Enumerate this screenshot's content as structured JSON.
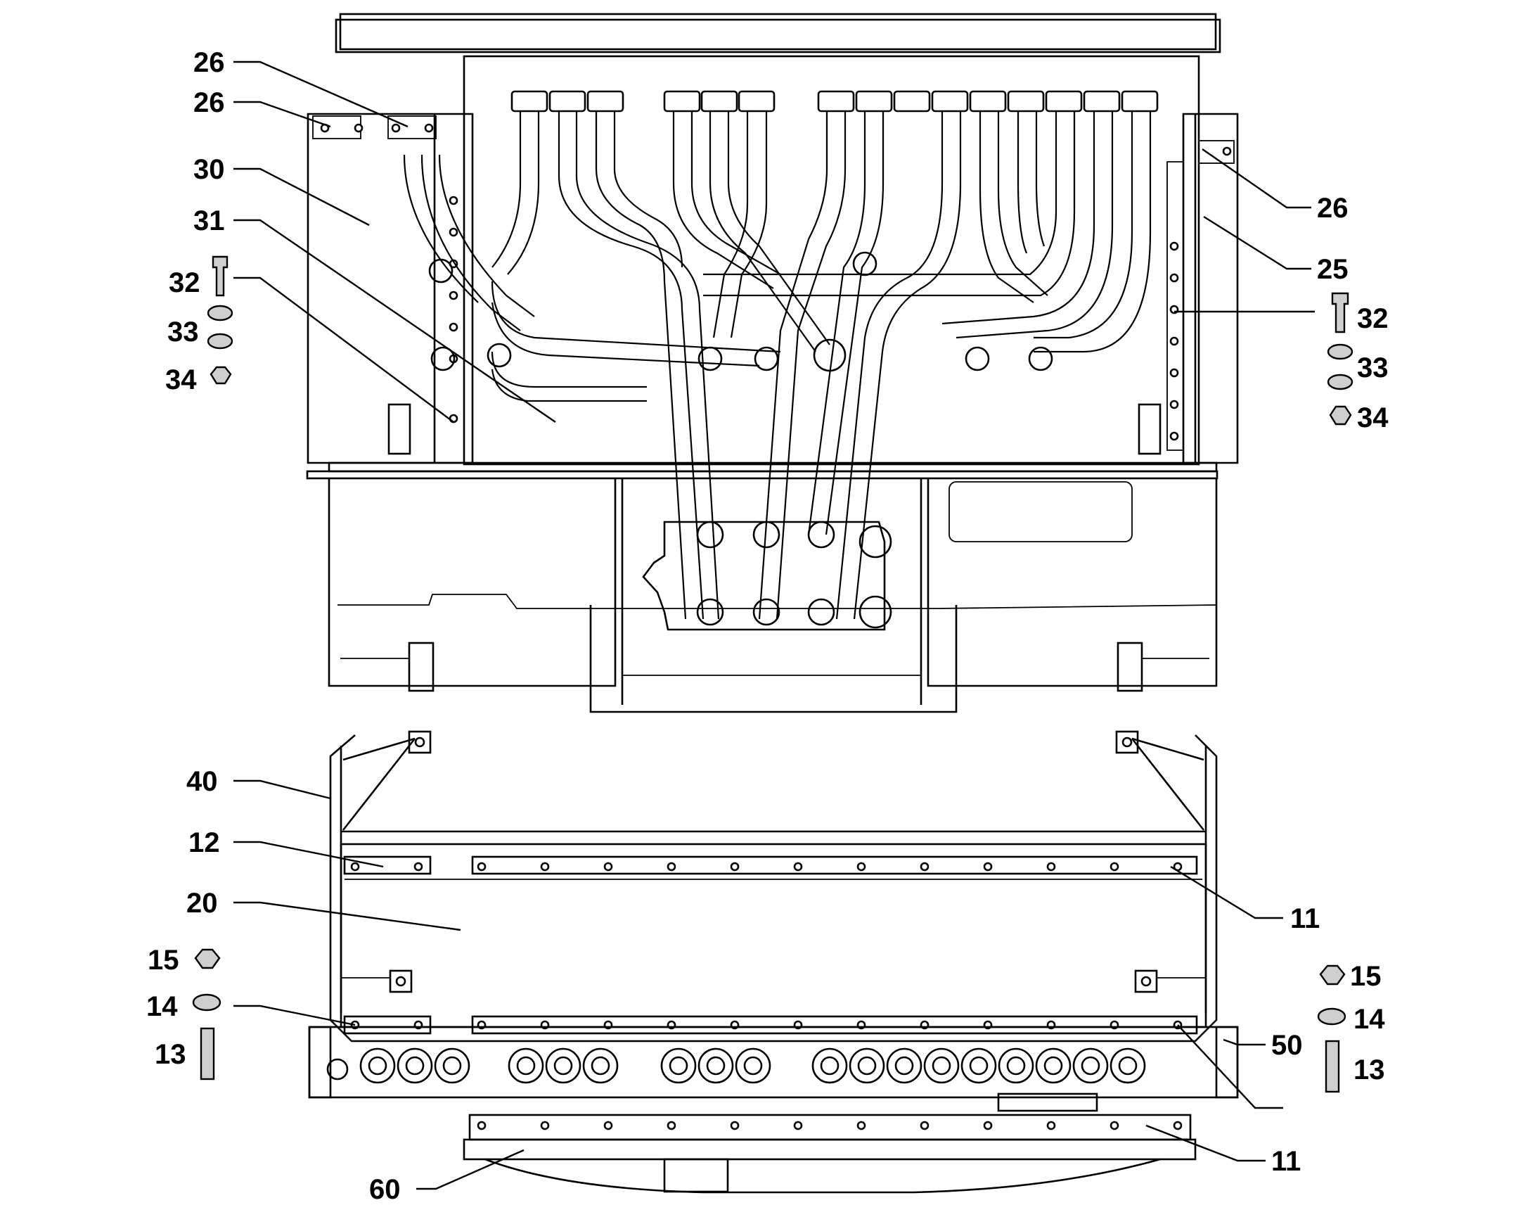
{
  "callouts": [
    {
      "id": "c26a",
      "label": "26"
    },
    {
      "id": "c26b",
      "label": "26"
    },
    {
      "id": "c30",
      "label": "30"
    },
    {
      "id": "c31",
      "label": "31"
    },
    {
      "id": "c32l",
      "label": "32"
    },
    {
      "id": "c33l",
      "label": "33"
    },
    {
      "id": "c34l",
      "label": "34"
    },
    {
      "id": "c26c",
      "label": "26"
    },
    {
      "id": "c25",
      "label": "25"
    },
    {
      "id": "c32r",
      "label": "32"
    },
    {
      "id": "c33r",
      "label": "33"
    },
    {
      "id": "c34r",
      "label": "34"
    },
    {
      "id": "c40",
      "label": "40"
    },
    {
      "id": "c12",
      "label": "12"
    },
    {
      "id": "c20",
      "label": "20"
    },
    {
      "id": "c15l",
      "label": "15"
    },
    {
      "id": "c14l",
      "label": "14"
    },
    {
      "id": "c13l",
      "label": "13"
    },
    {
      "id": "c11a",
      "label": "11"
    },
    {
      "id": "c15r",
      "label": "15"
    },
    {
      "id": "c14r",
      "label": "14"
    },
    {
      "id": "c50",
      "label": "50"
    },
    {
      "id": "c13r",
      "label": "13"
    },
    {
      "id": "c11b",
      "label": "11"
    },
    {
      "id": "c60",
      "label": "60"
    }
  ]
}
